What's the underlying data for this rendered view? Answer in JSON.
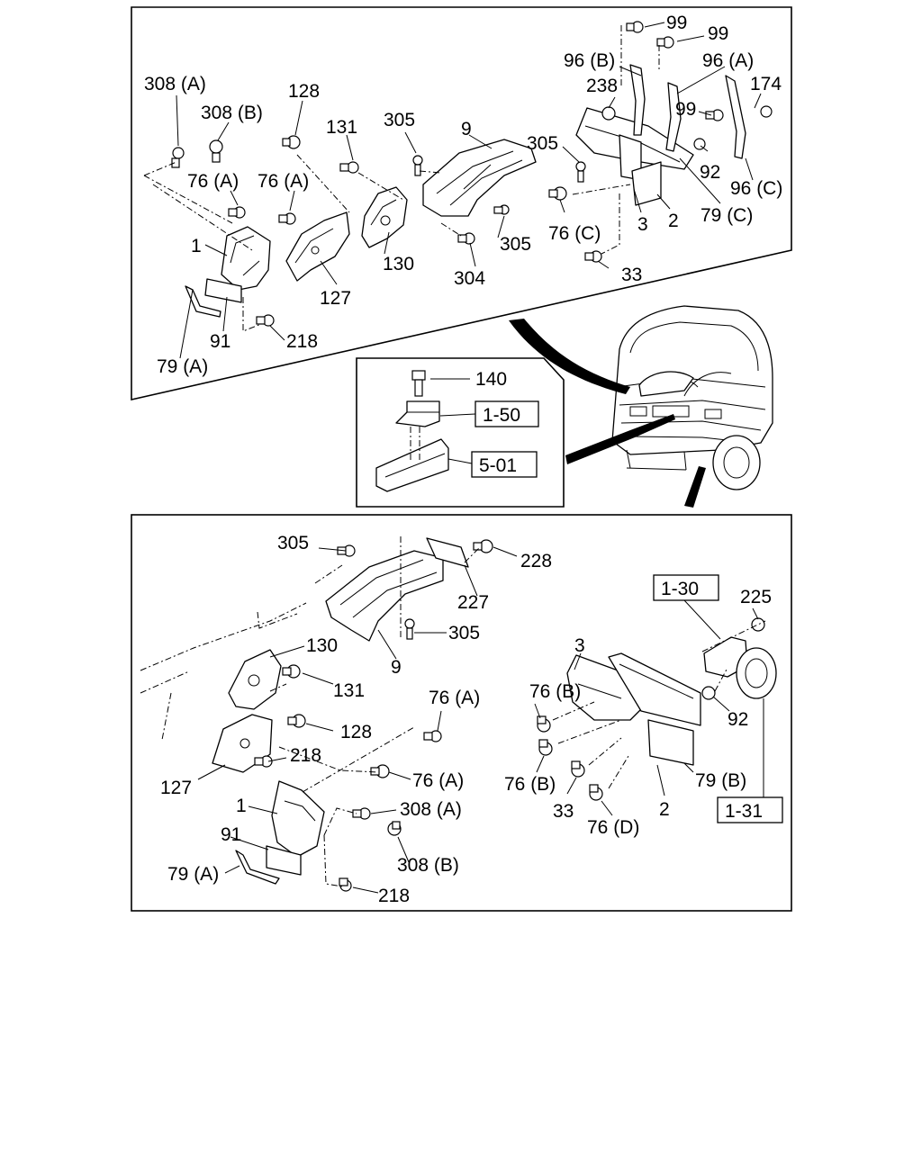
{
  "diagram": {
    "top_panel_labels": [
      {
        "id": "t-99a",
        "text": "99"
      },
      {
        "id": "t-99b",
        "text": "99"
      },
      {
        "id": "t-96b",
        "text": "96 (B)"
      },
      {
        "id": "t-96a",
        "text": "96 (A)"
      },
      {
        "id": "t-238",
        "text": "238"
      },
      {
        "id": "t-174",
        "text": "174"
      },
      {
        "id": "t-99c",
        "text": "99"
      },
      {
        "id": "t-308a",
        "text": "308 (A)"
      },
      {
        "id": "t-308b",
        "text": "308 (B)"
      },
      {
        "id": "t-128",
        "text": "128"
      },
      {
        "id": "t-131",
        "text": "131"
      },
      {
        "id": "t-305a",
        "text": "305"
      },
      {
        "id": "t-9",
        "text": "9"
      },
      {
        "id": "t-305b",
        "text": "305"
      },
      {
        "id": "t-92",
        "text": "92"
      },
      {
        "id": "t-96c",
        "text": "96 (C)"
      },
      {
        "id": "t-76a1",
        "text": "76 (A)"
      },
      {
        "id": "t-76a2",
        "text": "76 (A)"
      },
      {
        "id": "t-79c",
        "text": "79 (C)"
      },
      {
        "id": "t-2",
        "text": "2"
      },
      {
        "id": "t-3",
        "text": "3"
      },
      {
        "id": "t-76c",
        "text": "76 (C)"
      },
      {
        "id": "t-305c",
        "text": "305"
      },
      {
        "id": "t-1",
        "text": "1"
      },
      {
        "id": "t-130",
        "text": "130"
      },
      {
        "id": "t-33",
        "text": "33"
      },
      {
        "id": "t-304",
        "text": "304"
      },
      {
        "id": "t-127",
        "text": "127"
      },
      {
        "id": "t-91",
        "text": "91"
      },
      {
        "id": "t-218",
        "text": "218"
      },
      {
        "id": "t-79a",
        "text": "79 (A)"
      }
    ],
    "inset_labels": [
      {
        "id": "i-140",
        "text": "140"
      }
    ],
    "inset_refs": [
      {
        "id": "r-150",
        "text": "1-50"
      },
      {
        "id": "r-501",
        "text": "5-01"
      }
    ],
    "bottom_panel_labels": [
      {
        "id": "b-305a",
        "text": "305"
      },
      {
        "id": "b-228",
        "text": "228"
      },
      {
        "id": "b-227",
        "text": "227"
      },
      {
        "id": "b-225",
        "text": "225"
      },
      {
        "id": "b-305b",
        "text": "305"
      },
      {
        "id": "b-130",
        "text": "130"
      },
      {
        "id": "b-9",
        "text": "9"
      },
      {
        "id": "b-3",
        "text": "3"
      },
      {
        "id": "b-131",
        "text": "131"
      },
      {
        "id": "b-76b1",
        "text": "76 (B)"
      },
      {
        "id": "b-92",
        "text": "92"
      },
      {
        "id": "b-76a1",
        "text": "76 (A)"
      },
      {
        "id": "b-128",
        "text": "128"
      },
      {
        "id": "b-218a",
        "text": "218"
      },
      {
        "id": "b-76a2",
        "text": "76 (A)"
      },
      {
        "id": "b-127",
        "text": "127"
      },
      {
        "id": "b-76b2",
        "text": "76 (B)"
      },
      {
        "id": "b-79b",
        "text": "79 (B)"
      },
      {
        "id": "b-1",
        "text": "1"
      },
      {
        "id": "b-308a",
        "text": "308 (A)"
      },
      {
        "id": "b-33",
        "text": "33"
      },
      {
        "id": "b-2",
        "text": "2"
      },
      {
        "id": "b-91",
        "text": "91"
      },
      {
        "id": "b-76d",
        "text": "76 (D)"
      },
      {
        "id": "b-308b",
        "text": "308 (B)"
      },
      {
        "id": "b-79a",
        "text": "79 (A)"
      },
      {
        "id": "b-218b",
        "text": "218"
      }
    ],
    "bottom_refs": [
      {
        "id": "br-130",
        "text": "1-30"
      },
      {
        "id": "br-131",
        "text": "1-31"
      }
    ]
  }
}
